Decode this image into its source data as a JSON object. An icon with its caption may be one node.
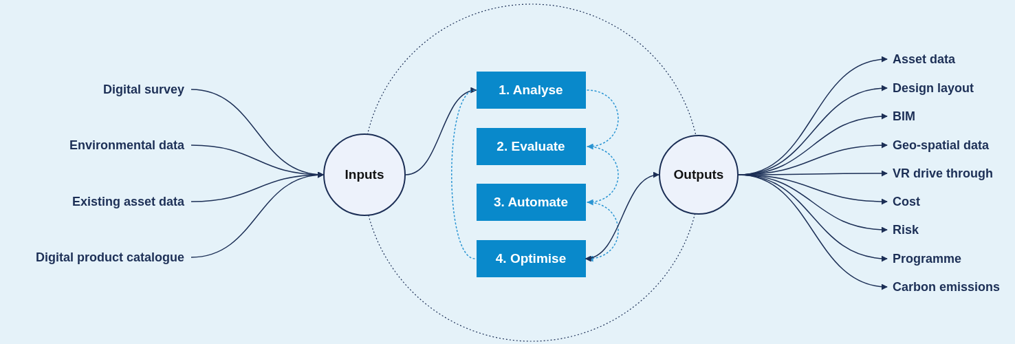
{
  "diagram": {
    "nodes": [
      {
        "text": [],
        "shape": "circle"
      },
      {
        "text": [
          "Digital survey"
        ]
      },
      {
        "text": [
          "Environmental data"
        ]
      },
      {
        "text": [
          "Existing asset data"
        ]
      },
      {
        "text": [
          "Digital product catalogue"
        ]
      },
      {
        "text": [
          "Inputs"
        ]
      },
      {
        "text": [
          "1. Analyse"
        ],
        "in": 0
      },
      {
        "text": [
          "2. Evaluate"
        ],
        "in": 0
      },
      {
        "text": [
          "3. Automate"
        ],
        "in": 0
      },
      {
        "text": [
          "4. Optimise"
        ],
        "in": 0
      },
      {
        "text": [
          "Outputs"
        ]
      },
      {
        "text": [
          "Asset data"
        ]
      },
      {
        "text": [
          "Design layout"
        ]
      },
      {
        "text": [
          "BIM"
        ]
      },
      {
        "text": [
          "Geo-spatial data"
        ]
      },
      {
        "text": [
          "VR drive through"
        ]
      },
      {
        "text": [
          "Cost"
        ]
      },
      {
        "text": [
          "Risk"
        ]
      },
      {
        "text": [
          "Programme"
        ]
      },
      {
        "text": [
          "Carbon emissions"
        ]
      }
    ],
    "edges": [
      {
        "from": 1,
        "to": 5,
        "arrow": "to"
      },
      {
        "from": 2,
        "to": 5,
        "arrow": "to"
      },
      {
        "from": 3,
        "to": 5,
        "arrow": "to"
      },
      {
        "from": 4,
        "to": 5,
        "arrow": "to"
      },
      {
        "from": 5,
        "to": 6,
        "arrow": "to"
      },
      {
        "from": 6,
        "to": 7,
        "arrow": "to",
        "style": "dashed",
        "color": "#2a95d3"
      },
      {
        "from": 7,
        "to": 8,
        "arrow": "to",
        "style": "dashed",
        "color": "#2a95d3"
      },
      {
        "from": 8,
        "to": 9,
        "arrow": "to",
        "style": "dashed",
        "color": "#2a95d3"
      },
      {
        "from": 9,
        "to": 6,
        "arrow": "none",
        "style": "dashed",
        "color": "#2a95d3"
      },
      {
        "from": 9,
        "to": 10,
        "arrow": "both"
      },
      {
        "from": 10,
        "to": 11,
        "arrow": "to"
      },
      {
        "from": 10,
        "to": 12,
        "arrow": "to"
      },
      {
        "from": 10,
        "to": 13,
        "arrow": "to"
      },
      {
        "from": 10,
        "to": 14,
        "arrow": "to"
      },
      {
        "from": 10,
        "to": 15,
        "arrow": "to"
      },
      {
        "from": 10,
        "to": 16,
        "arrow": "to"
      },
      {
        "from": 10,
        "to": 17,
        "arrow": "to"
      },
      {
        "from": 10,
        "to": 18,
        "arrow": "to"
      },
      {
        "from": 10,
        "to": 19,
        "arrow": "to"
      }
    ]
  }
}
